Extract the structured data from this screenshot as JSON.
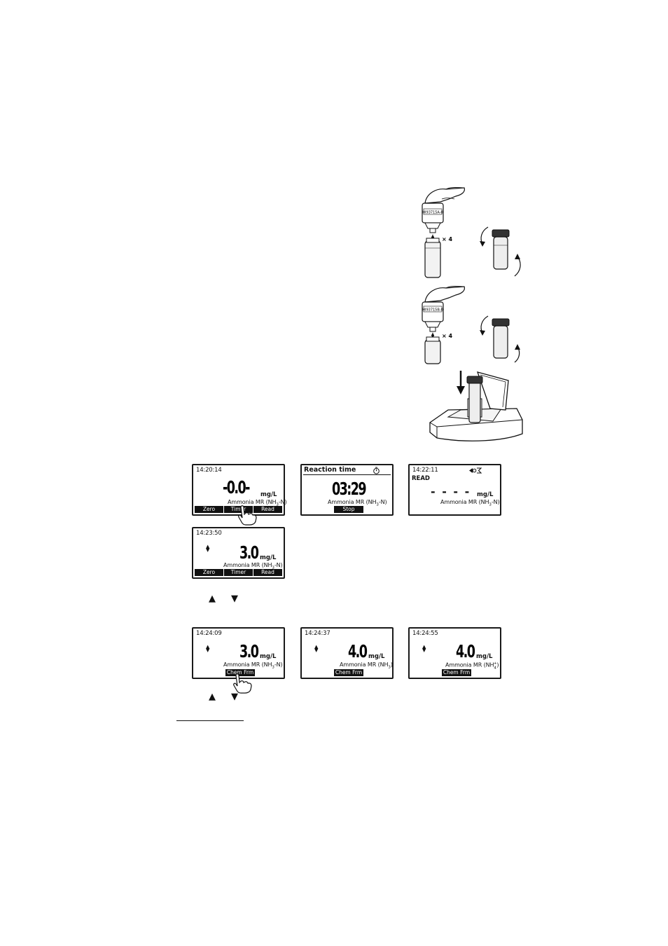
{
  "illustration": {
    "multiplier_1": "× 4",
    "multiplier_2": "× 4",
    "bottle_label_1": "HI93715A-0",
    "bottle_label_2": "HI93715B-0"
  },
  "screens": {
    "s1": {
      "time": "14:20:14",
      "value": "-0.0-",
      "unit": "mg/L",
      "param": "Ammonia MR (NH",
      "param_sub": "3",
      "param_tail": "-N)",
      "keys": [
        "Zero",
        "Timer",
        "Read"
      ]
    },
    "s2": {
      "title": "Reaction time",
      "value": "03:29",
      "param": "Ammonia MR (NH",
      "param_sub": "3",
      "param_tail": "-N)",
      "key": "Stop"
    },
    "s3": {
      "time": "14:22:11",
      "status": "READ",
      "value": "- - - -",
      "unit": "mg/L",
      "param": "Ammonia MR (NH",
      "param_sub": "3",
      "param_tail": "-N)"
    },
    "s4": {
      "time": "14:23:50",
      "value": "3.0",
      "unit": "mg/L",
      "param": "Ammonia MR (NH",
      "param_sub": "3",
      "param_tail": "-N)",
      "keys": [
        "Zero",
        "Timer",
        "Read"
      ]
    },
    "s5": {
      "time": "14:24:09",
      "value": "3.0",
      "unit": "mg/L",
      "param": "Ammonia MR (NH",
      "param_sub": "3",
      "param_tail": "-N)",
      "key": "Chem Frm"
    },
    "s6": {
      "time": "14:24:37",
      "value": "4.0",
      "unit": "mg/L",
      "param": "Ammonia MR (NH",
      "param_sub": "3",
      "param_tail": ")",
      "key": "Chem Frm"
    },
    "s7": {
      "time": "14:24:55",
      "value": "4.0",
      "unit": "mg/L",
      "param": "Ammonia MR (NH",
      "param_sub": "4",
      "param_sup": "+",
      "param_tail": ")",
      "key": "Chem Frm"
    }
  },
  "keys_row1": {
    "up": "▲",
    "down": "▼"
  },
  "keys_row2": {
    "up": "▲",
    "down": "▼"
  }
}
